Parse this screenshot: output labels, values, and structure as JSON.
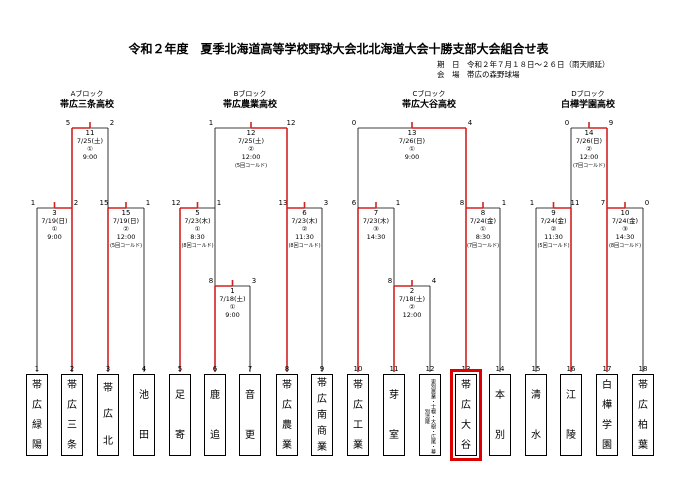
{
  "title": "令和２年度　夏季北海道高等学校野球大会北北海道大会十勝支部大会組合せ表",
  "info": {
    "period_label": "期　日",
    "period_value": "令和２年７月１８日～２６日（雨天順延）",
    "venue_label": "会　場",
    "venue_value": "帯広の森野球場"
  },
  "blocks": [
    {
      "label": "Aブロック",
      "winner": "帯広三条高校"
    },
    {
      "label": "Bブロック",
      "winner": "帯広農業高校"
    },
    {
      "label": "Cブロック",
      "winner": "帯広大谷高校"
    },
    {
      "label": "Dブロック",
      "winner": "白樺学園高校"
    }
  ],
  "teams": [
    {
      "num": "1",
      "name": "帯広緑陽"
    },
    {
      "num": "2",
      "name": "帯広三条"
    },
    {
      "num": "3",
      "name": "帯広北"
    },
    {
      "num": "4",
      "name": "池田"
    },
    {
      "num": "5",
      "name": "足寄"
    },
    {
      "num": "6",
      "name": "鹿追"
    },
    {
      "num": "7",
      "name": "音更"
    },
    {
      "num": "8",
      "name": "帯広農業"
    },
    {
      "num": "9",
      "name": "帯広南商業"
    },
    {
      "num": "10",
      "name": "帯広工業"
    },
    {
      "num": "11",
      "name": "芽室"
    },
    {
      "num": "12",
      "name": "更別農業・士幌・大樹・広尾・幕別清陵",
      "small": true
    },
    {
      "num": "13",
      "name": "帯広大谷",
      "highlight": true
    },
    {
      "num": "14",
      "name": "本別"
    },
    {
      "num": "15",
      "name": "清水"
    },
    {
      "num": "16",
      "name": "江陵"
    },
    {
      "num": "17",
      "name": "白樺学園"
    },
    {
      "num": "18",
      "name": "帯広柏葉"
    }
  ],
  "matches": [
    {
      "id": "A1",
      "no": "3",
      "date": "7/19(日)",
      "round": "①",
      "time": "9:00",
      "note": "",
      "lscore": "1",
      "rscore": "2"
    },
    {
      "id": "A2",
      "no": "15",
      "date": "7/19(日)",
      "round": "②",
      "time": "12:00",
      "note": "(5回コールド)",
      "lscore": "15",
      "rscore": "1"
    },
    {
      "id": "AF",
      "no": "11",
      "date": "7/25(土)",
      "round": "①",
      "time": "9:00",
      "note": "",
      "lscore": "5",
      "rscore": "2"
    },
    {
      "id": "B1",
      "no": "5",
      "date": "7/23(木)",
      "round": "①",
      "time": "8:30",
      "note": "(8回コールド)",
      "lscore": "12",
      "rscore": "1"
    },
    {
      "id": "B0",
      "no": "1",
      "date": "7/18(土)",
      "round": "①",
      "time": "9:00",
      "note": "",
      "lscore": "8",
      "rscore": "3"
    },
    {
      "id": "B2",
      "no": "6",
      "date": "7/23(木)",
      "round": "②",
      "time": "11:30",
      "note": "(8回コールド)",
      "lscore": "13",
      "rscore": "3"
    },
    {
      "id": "BF",
      "no": "12",
      "date": "7/25(土)",
      "round": "②",
      "time": "12:00",
      "note": "(5回コールド)",
      "lscore": "1",
      "rscore": "12"
    },
    {
      "id": "C1",
      "no": "7",
      "date": "7/23(木)",
      "round": "③",
      "time": "14:30",
      "note": "",
      "lscore": "6",
      "rscore": "1"
    },
    {
      "id": "C0",
      "no": "2",
      "date": "7/18(土)",
      "round": "②",
      "time": "12:00",
      "note": "",
      "lscore": "8",
      "rscore": "4"
    },
    {
      "id": "C2",
      "no": "8",
      "date": "7/24(金)",
      "round": "①",
      "time": "8:30",
      "note": "(7回コールド)",
      "lscore": "8",
      "rscore": "1"
    },
    {
      "id": "CF",
      "no": "13",
      "date": "7/26(日)",
      "round": "①",
      "time": "9:00",
      "note": "",
      "lscore": "0",
      "rscore": "4"
    },
    {
      "id": "D1",
      "no": "9",
      "date": "7/24(金)",
      "round": "②",
      "time": "11:30",
      "note": "(5回コールド)",
      "lscore": "1",
      "rscore": "11"
    },
    {
      "id": "D2",
      "no": "10",
      "date": "7/24(金)",
      "round": "③",
      "time": "14:30",
      "note": "(8回コールド)",
      "lscore": "7",
      "rscore": "0"
    },
    {
      "id": "DF",
      "no": "14",
      "date": "7/26(日)",
      "round": "②",
      "time": "12:00",
      "note": "(7回コールド)",
      "lscore": "0",
      "rscore": "9"
    }
  ],
  "colors": {
    "win": "#d32020",
    "line": "#000000",
    "highlight": "#d00000"
  }
}
